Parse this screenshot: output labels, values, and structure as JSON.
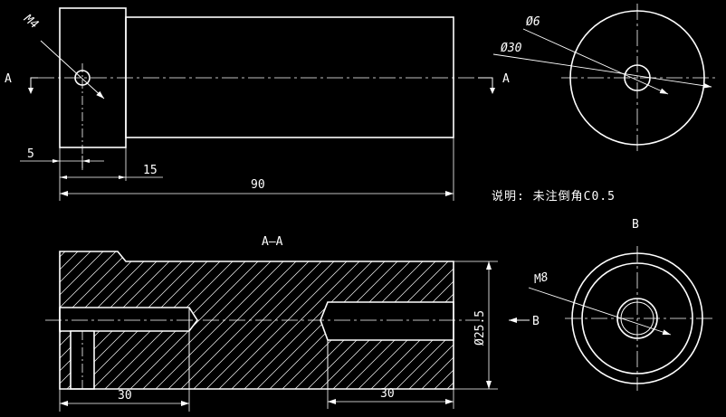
{
  "front_view": {
    "thread_label": "M4",
    "section_mark": "A",
    "dims": {
      "d5": "5",
      "d15": "15",
      "d90": "90"
    }
  },
  "right_view_top": {
    "dia_small": "Ø6",
    "dia_large": "Ø30"
  },
  "note": "说明: 未注倒角C0.5",
  "section": {
    "title": "A–A",
    "dia": "Ø25.5",
    "len_left": "30",
    "len_right": "30",
    "view_mark": "B"
  },
  "view_b": {
    "title": "B",
    "thread_label": "M8"
  }
}
